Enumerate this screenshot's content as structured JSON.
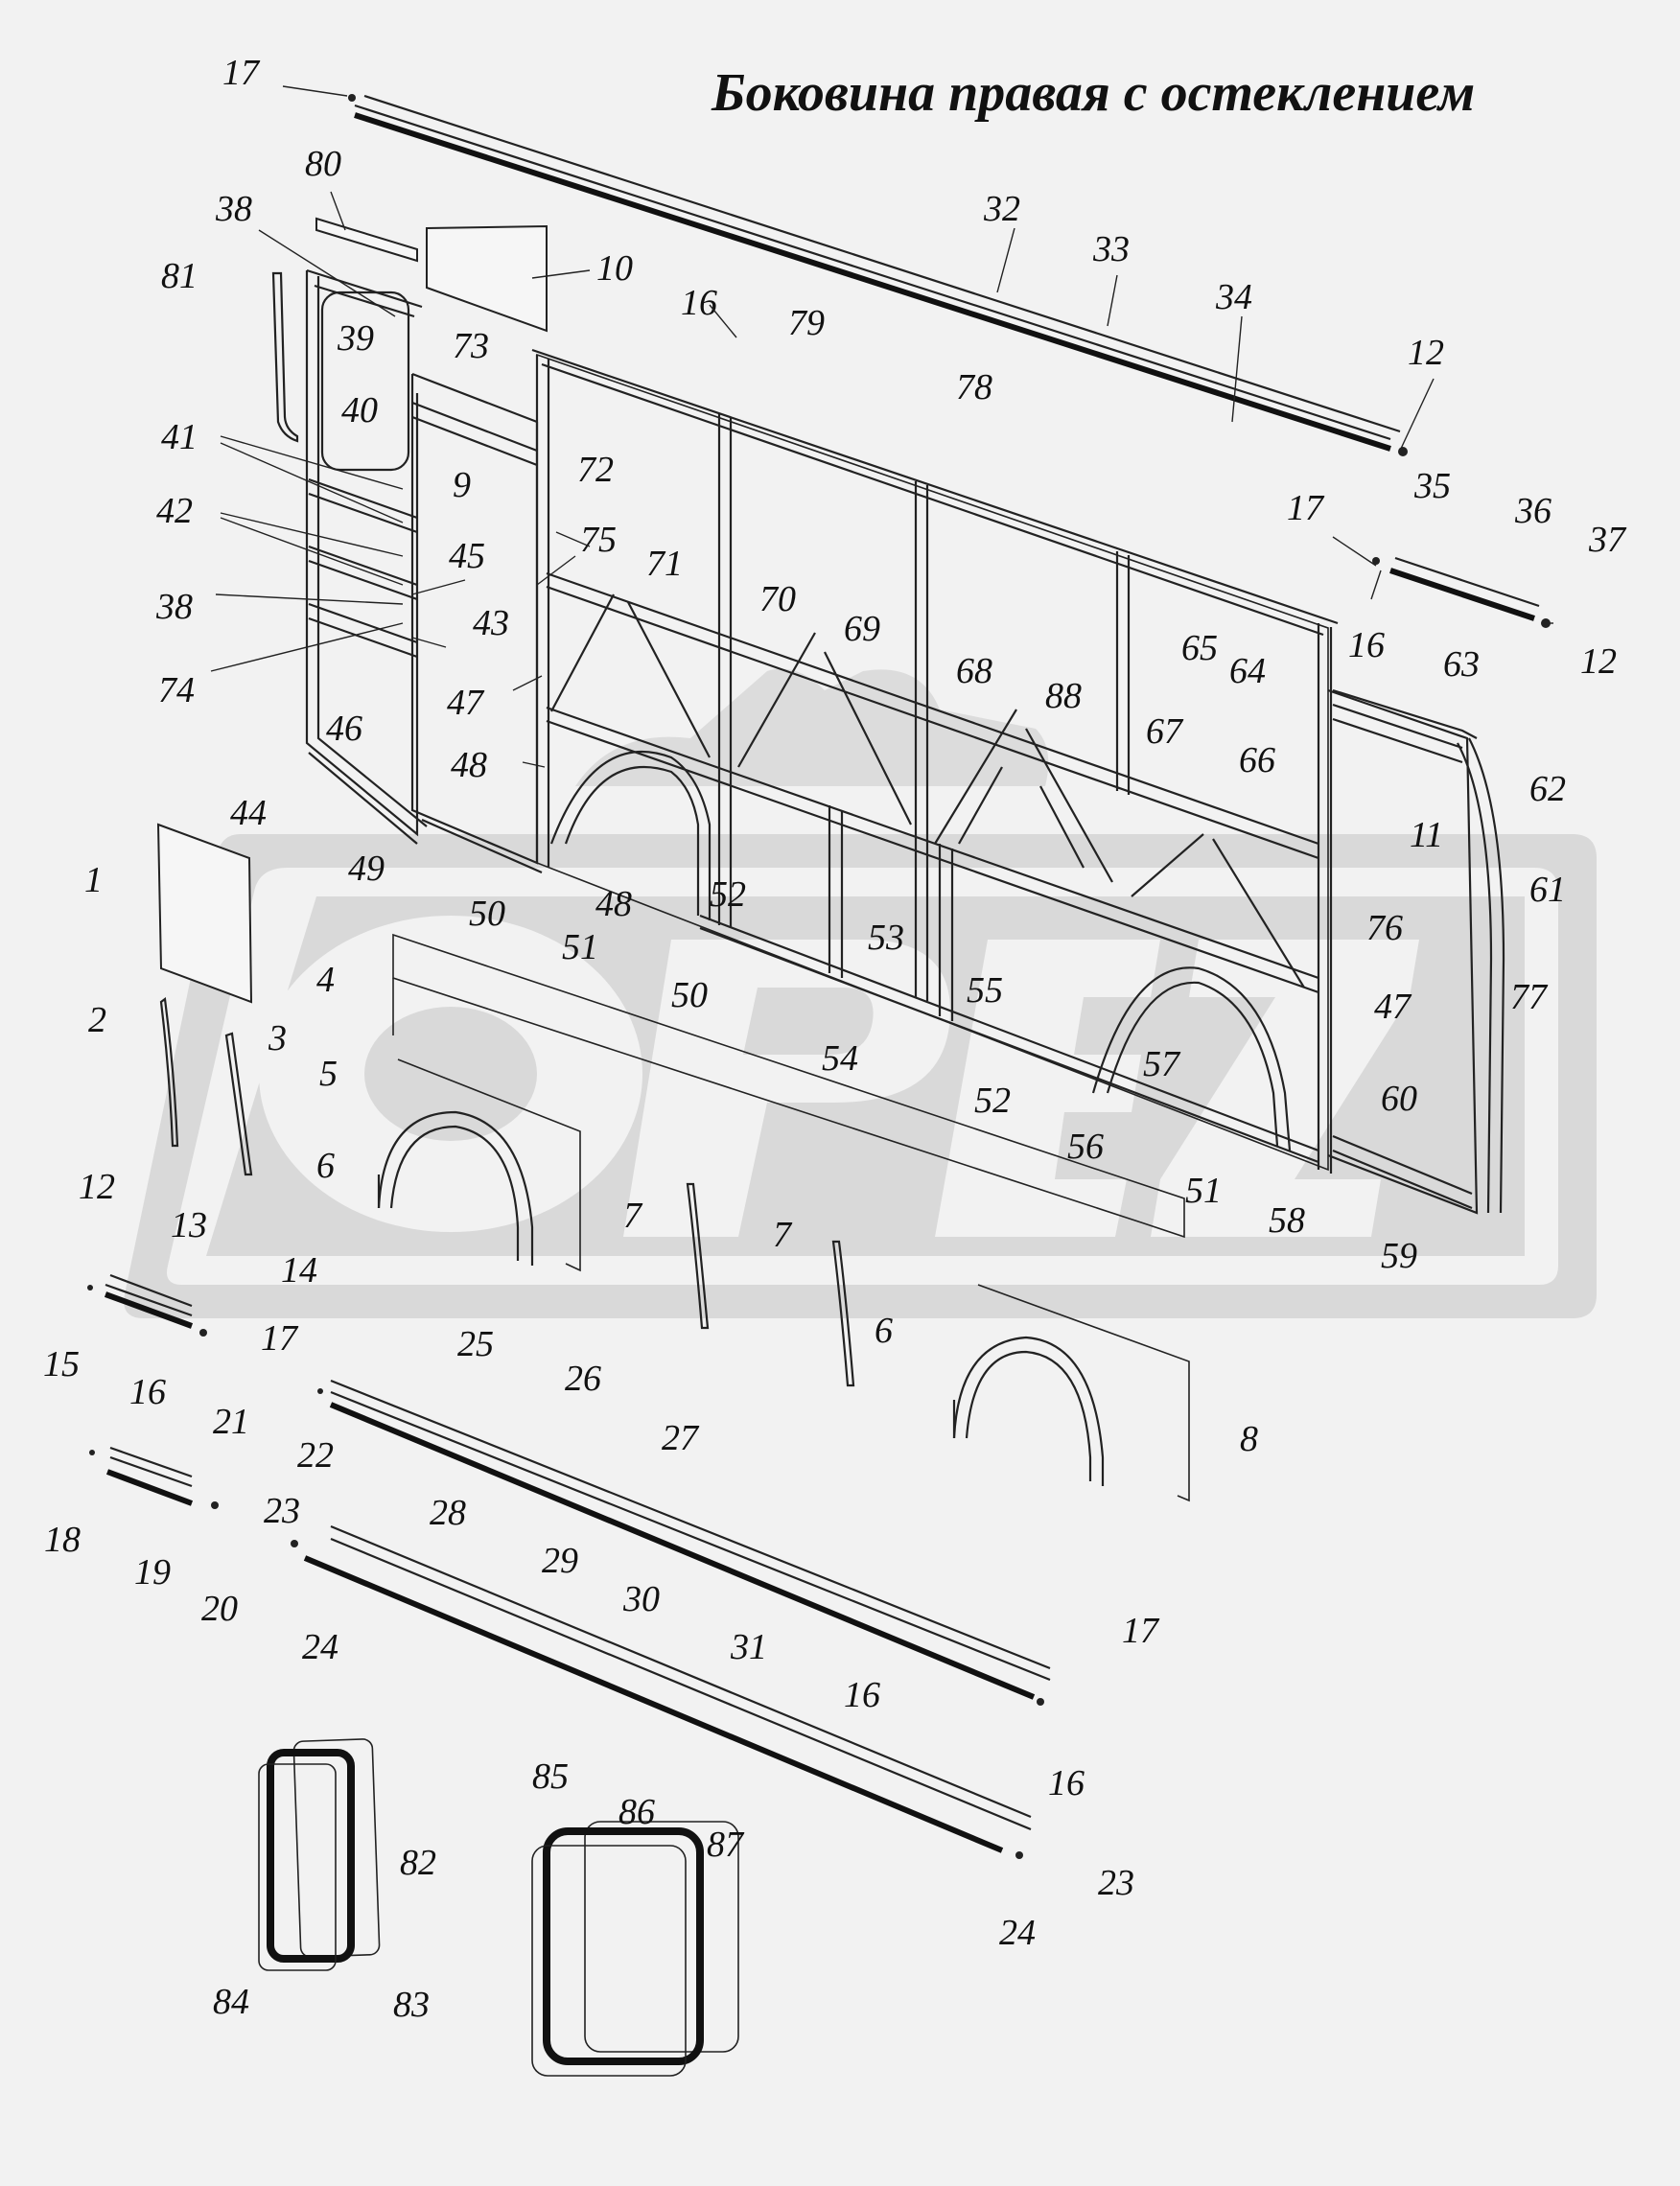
{
  "title": "Боковина правая с остеклением",
  "watermark": "OPEZ",
  "callouts": [
    "17",
    "80",
    "38",
    "10",
    "81",
    "39",
    "73",
    "40",
    "72",
    "9",
    "41",
    "42",
    "75",
    "45",
    "38",
    "43",
    "74",
    "71",
    "70",
    "46",
    "47",
    "69",
    "68",
    "88",
    "48",
    "67",
    "66",
    "65",
    "64",
    "63",
    "62",
    "11",
    "61",
    "44",
    "49",
    "48",
    "50",
    "51",
    "52",
    "53",
    "50",
    "54",
    "55",
    "1",
    "4",
    "76",
    "77",
    "47",
    "2",
    "3",
    "5",
    "57",
    "52",
    "56",
    "60",
    "6",
    "51",
    "58",
    "59",
    "7",
    "12",
    "13",
    "14",
    "15",
    "17",
    "16",
    "25",
    "26",
    "7",
    "6",
    "8",
    "21",
    "22",
    "18",
    "23",
    "19",
    "20",
    "27",
    "28",
    "29",
    "24",
    "30",
    "31",
    "17",
    "16",
    "16",
    "82",
    "85",
    "86",
    "87",
    "84",
    "83",
    "23",
    "24",
    "32",
    "33",
    "16",
    "79",
    "78",
    "34",
    "12",
    "35",
    "36",
    "37",
    "17",
    "16",
    "12"
  ],
  "colors": {
    "background": "#f2f2f2",
    "watermark": "#d9d9d9",
    "ink": "#111111"
  }
}
